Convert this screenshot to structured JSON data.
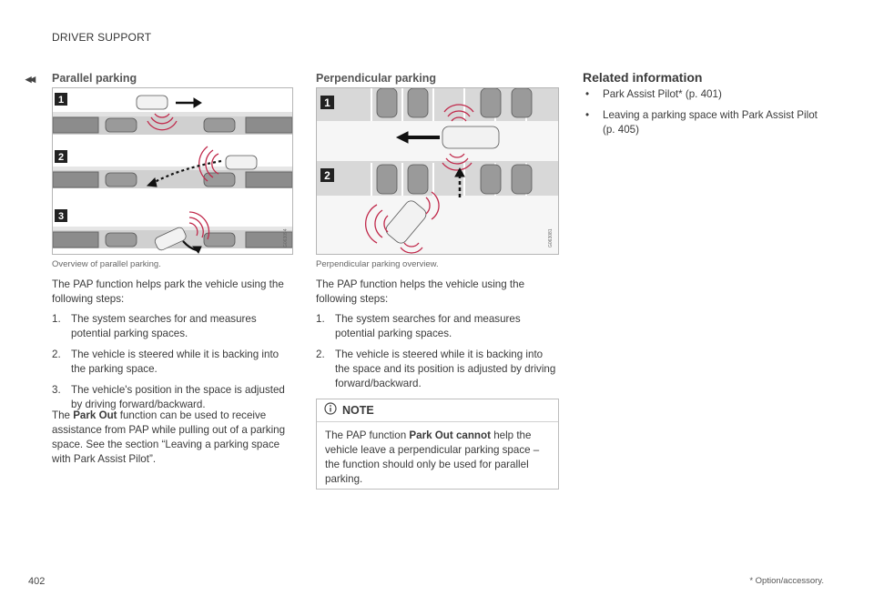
{
  "header": {
    "section": "DRIVER SUPPORT",
    "back_marker": "◂◂"
  },
  "left": {
    "title": "Parallel parking",
    "figure_code": "G063094",
    "figure_labels": [
      "1",
      "2",
      "3"
    ],
    "caption": "Overview of parallel parking.",
    "intro": "The PAP function helps park the vehicle using the following steps:",
    "steps": [
      {
        "num": "1.",
        "text": "The system searches for and measures potential parking spaces."
      },
      {
        "num": "2.",
        "text": "The vehicle is steered while it is backing into the parking space."
      },
      {
        "num": "3.",
        "text": "The vehicle's position in the space is adjusted by driving forward/backward."
      }
    ],
    "outro_pre": "The ",
    "outro_bold": "Park Out",
    "outro_post": " function can be used to receive assistance from PAP while pulling out of a parking space. See the section “Leaving a parking space with Park Assist Pilot”."
  },
  "middle": {
    "title": "Perpendicular parking",
    "figure_code": "G063081",
    "figure_labels": [
      "1",
      "2"
    ],
    "caption": "Perpendicular parking overview.",
    "intro": "The PAP function helps the vehicle using the following steps:",
    "steps": [
      {
        "num": "1.",
        "text": "The system searches for and measures potential parking spaces."
      },
      {
        "num": "2.",
        "text": "The vehicle is steered while it is backing into the space and its position is adjusted by driving forward/backward."
      }
    ],
    "note": {
      "title": "NOTE",
      "text_pre": "The PAP function ",
      "bold1": "Park Out",
      "space": " ",
      "bold2": "cannot",
      "text_post": " help the vehicle leave a perpendicular parking space – the function should only be used for parallel parking."
    }
  },
  "right": {
    "title": "Related information",
    "items": [
      {
        "bullet": "•",
        "text": "Park Assist Pilot* (p. 401)"
      },
      {
        "bullet": "•",
        "text": "Leaving a parking space with Park Assist Pilot (p. 405)"
      }
    ]
  },
  "footer": {
    "page": "402",
    "footnote": "* Option/accessory."
  }
}
